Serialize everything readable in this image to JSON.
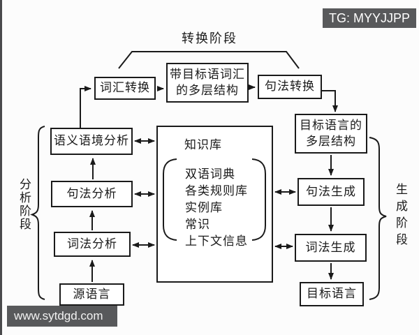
{
  "colors": {
    "badge_bg": "#58595b",
    "line": "#1a1a1a",
    "background": "#fcfcfc"
  },
  "overlays": {
    "tg_badge": "TG: MYYJJPP",
    "watermark": "www.sytdgd.com"
  },
  "phases": {
    "transfer": "转换阶段",
    "analysis": "分析阶段",
    "generation": "生成阶段"
  },
  "nodes": {
    "lexical_transfer": "词汇转换",
    "target_lexical_multilayer": {
      "lines": [
        "带目标语词汇",
        "的多层结构"
      ]
    },
    "syntactic_transfer": "句法转换",
    "target_language_multilayer": {
      "lines": [
        "目标语言的",
        "多层结构"
      ]
    },
    "semantic_context_analysis": "语义语境分析",
    "syntactic_analysis": "句法分析",
    "lexical_analysis": "词法分析",
    "source_language": "源语言",
    "syntactic_generation": "句法生成",
    "lexical_generation": "词法生成",
    "target_language": "目标语言"
  },
  "knowledge_base": {
    "title": "知识库",
    "items": [
      "双语词典",
      "各类规则库",
      "实例库",
      "常识",
      "上下文信息"
    ]
  }
}
